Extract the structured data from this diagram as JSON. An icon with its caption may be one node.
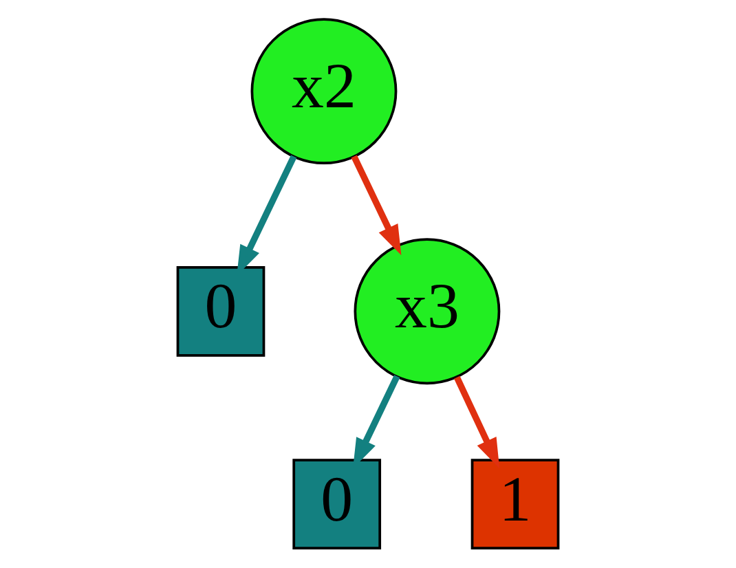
{
  "diagram": {
    "nodes": [
      {
        "text": [
          "x2"
        ]
      },
      {
        "text": [
          "0"
        ]
      },
      {
        "text": [
          "x3"
        ]
      },
      {
        "text": [
          "0"
        ]
      },
      {
        "text": [
          "1"
        ]
      }
    ],
    "edges": [
      {
        "from": 0,
        "to": 1,
        "arrow": "to",
        "color": "#138080"
      },
      {
        "from": 0,
        "to": 2,
        "arrow": "to",
        "color": "#e03010"
      },
      {
        "from": 2,
        "to": 3,
        "arrow": "to",
        "color": "#138080"
      },
      {
        "from": 2,
        "to": 4,
        "arrow": "to",
        "color": "#e03010"
      }
    ]
  }
}
